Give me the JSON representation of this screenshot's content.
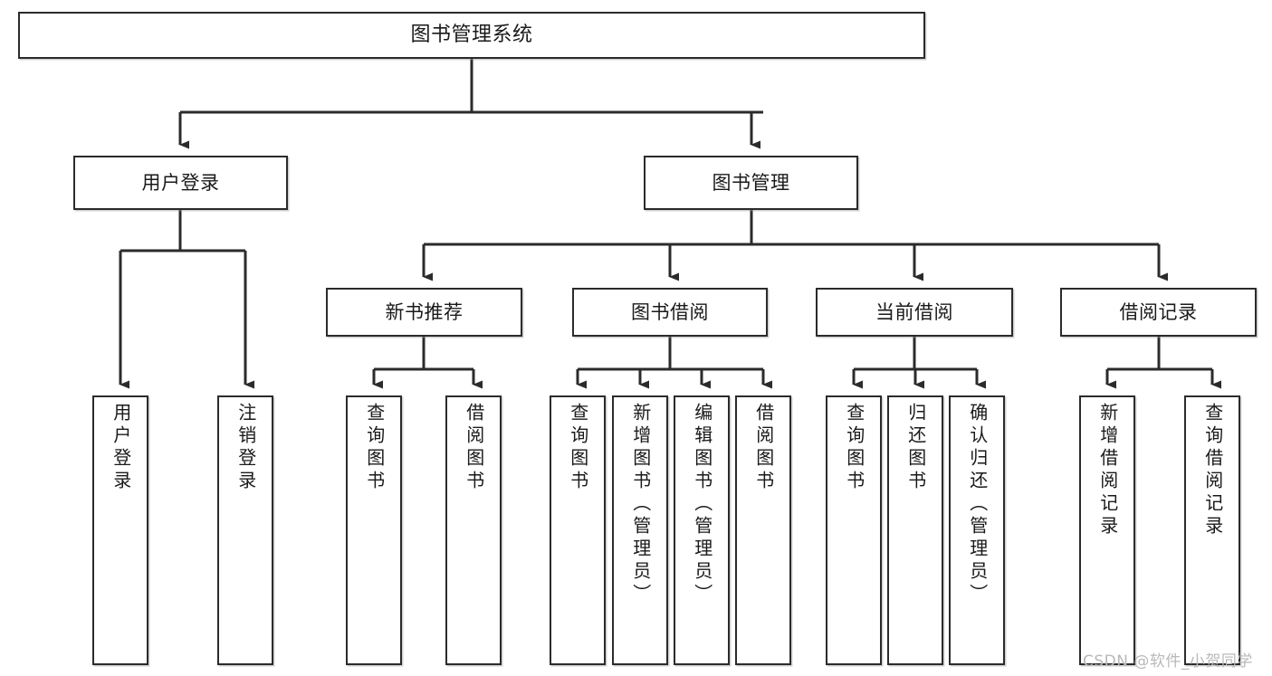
{
  "diagram": {
    "type": "tree-hierarchy-chart",
    "title": "图书管理系统",
    "watermark": "CSDN @软件_小贺同学",
    "colors": {
      "box_border": "#2b2b2b",
      "box_fill": "#ffffff",
      "connector": "#2b2b2b",
      "text": "#1a1a1a",
      "watermark": "#b9b9b9"
    },
    "levels": {
      "level0": {
        "label": "root"
      },
      "level1": {
        "label": "modules"
      },
      "level2": {
        "label": "submodules"
      },
      "level3": {
        "label": "functions"
      }
    },
    "root": {
      "label": "图书管理系统"
    },
    "modules": [
      {
        "label": "用户登录"
      },
      {
        "label": "图书管理"
      }
    ],
    "submodules": [
      {
        "label": "新书推荐"
      },
      {
        "label": "图书借阅"
      },
      {
        "label": "当前借阅"
      },
      {
        "label": "借阅记录"
      }
    ],
    "leaves": {
      "user_login": [
        {
          "label": "用户登录"
        },
        {
          "label": "注销登录"
        }
      ],
      "new_book": [
        {
          "label": "查询图书"
        },
        {
          "label": "借阅图书"
        }
      ],
      "book_borrow": [
        {
          "label": "查询图书"
        },
        {
          "label": "新增图书（管理员）"
        },
        {
          "label": "编辑图书（管理员）"
        },
        {
          "label": "借阅图书"
        }
      ],
      "current_borrow": [
        {
          "label": "查询图书"
        },
        {
          "label": "归还图书"
        },
        {
          "label": "确认归还（管理员）"
        }
      ],
      "borrow_record": [
        {
          "label": "新增借阅记录"
        },
        {
          "label": "查询借阅记录"
        }
      ]
    }
  }
}
